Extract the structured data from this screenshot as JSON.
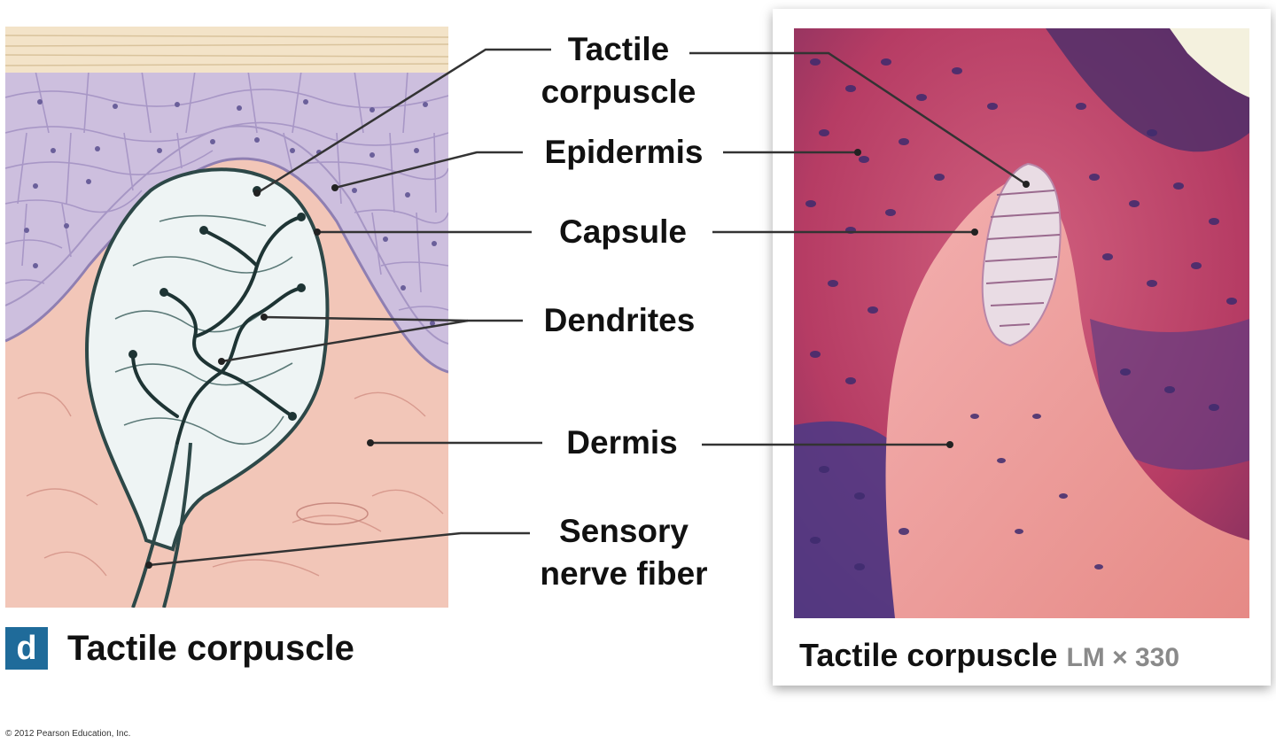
{
  "labels": {
    "tactile_corpuscle": "Tactile\ncorpuscle",
    "epidermis": "Epidermis",
    "capsule": "Capsule",
    "dendrites": "Dendrites",
    "dermis": "Dermis",
    "sensory_nerve_fiber": "Sensory\nnerve fiber"
  },
  "panel": {
    "letter": "d",
    "title": "Tactile corpuscle"
  },
  "photo_caption": {
    "title": "Tactile corpuscle",
    "magnification": "LM × 330"
  },
  "copyright": "© 2012 Pearson Education, Inc.",
  "colors": {
    "panel_letter_bg": "#1f6b9a",
    "dermis_pink": "#f0c2b4",
    "epidermis_purple": "#c9bbdc",
    "stain_magenta": "#c2426a",
    "stain_purple": "#5a3a7a"
  }
}
